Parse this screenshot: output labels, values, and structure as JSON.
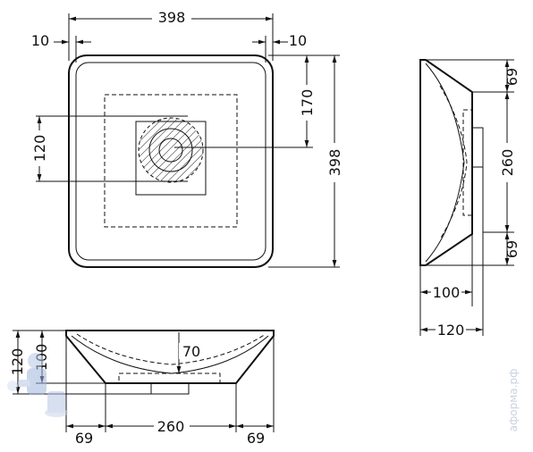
{
  "top_view": {
    "overall_width": "398",
    "rim_left": "10",
    "rim_right": "10",
    "drain_height": "120",
    "offset_170": "170",
    "overall_height": "398"
  },
  "side_view": {
    "top_offset": "69",
    "middle": "260",
    "bottom_offset": "69",
    "depth_100": "100",
    "depth_120": "120"
  },
  "front_view": {
    "height_120": "120",
    "height_100": "100",
    "depth_70": "70",
    "left_69": "69",
    "middle_260": "260",
    "right_69": "69"
  },
  "watermark": {
    "text": "аформа.рф"
  }
}
